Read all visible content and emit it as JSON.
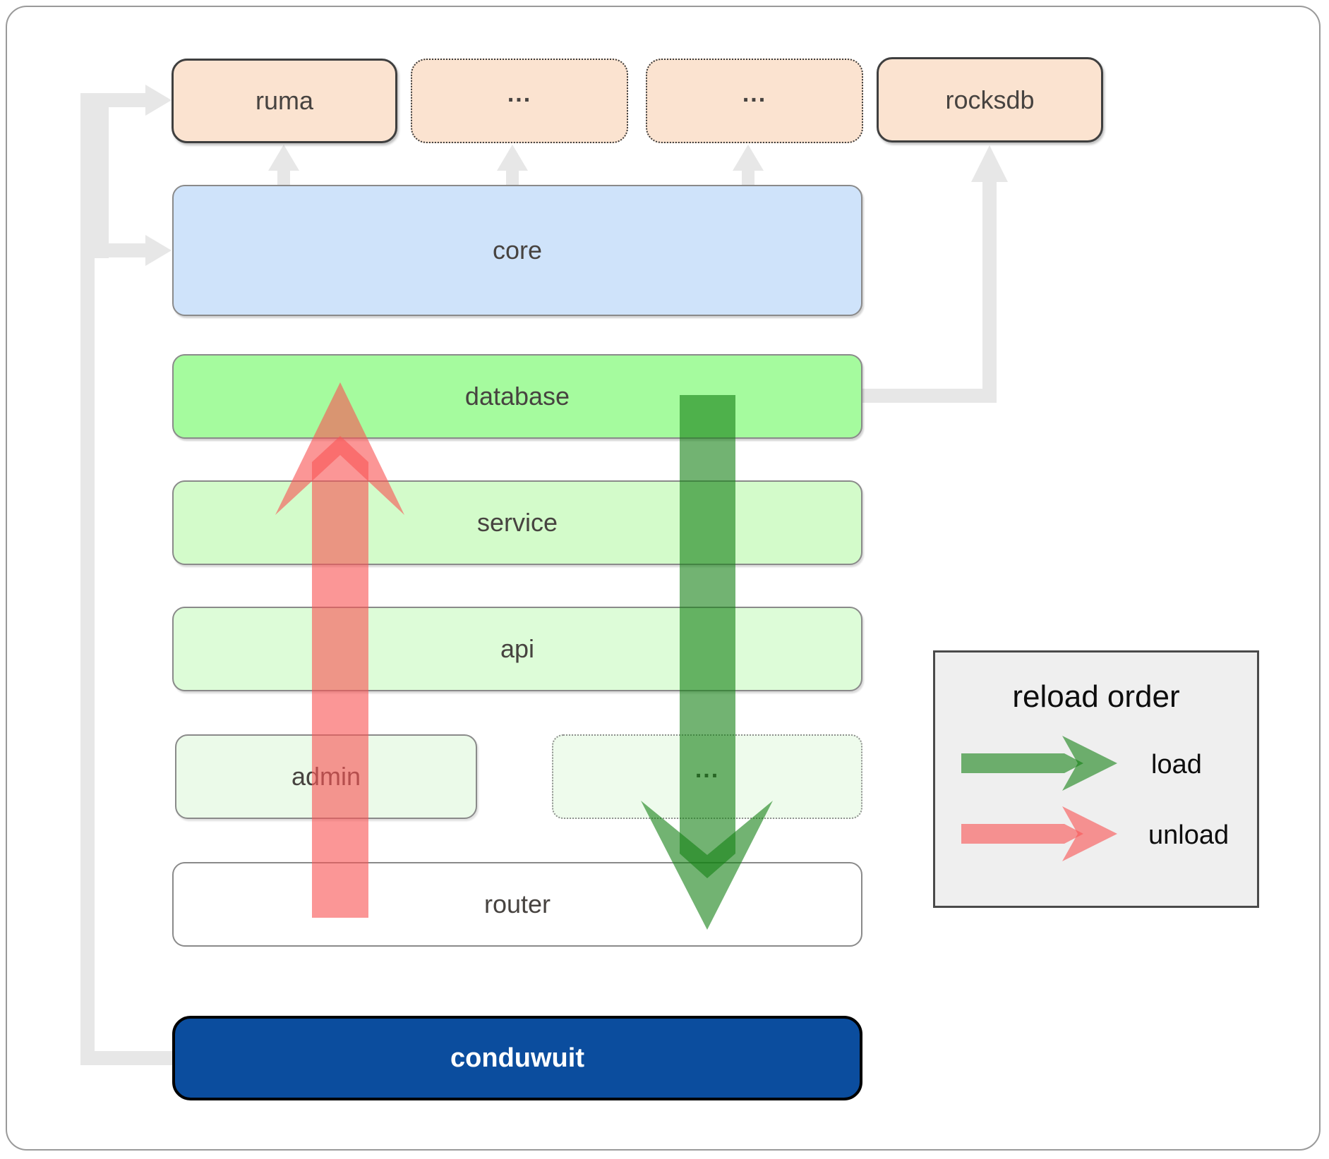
{
  "nodes": {
    "ruma": {
      "label": "ruma"
    },
    "dep1": {
      "label": "..."
    },
    "dep2": {
      "label": "..."
    },
    "rocksdb": {
      "label": "rocksdb"
    },
    "core": {
      "label": "core"
    },
    "database": {
      "label": "database"
    },
    "service": {
      "label": "service"
    },
    "api": {
      "label": "api"
    },
    "admin": {
      "label": "admin"
    },
    "more_services": {
      "label": "..."
    },
    "router": {
      "label": "router"
    },
    "conduwuit": {
      "label": "conduwuit"
    }
  },
  "legend": {
    "title": "reload order",
    "load_label": "load",
    "unload_label": "unload"
  },
  "colors": {
    "load_arrow": "#148014",
    "unload_arrow": "#f95555",
    "connector_gray": "#e7e7e7",
    "peach": "#fbe3d0",
    "core_blue": "#cfe3fa",
    "database_green": "#a5fb9e",
    "service_green": "#d3fbca",
    "api_green": "#ddfcd8",
    "admin_green": "#ebfae9",
    "conduwuit_blue": "#0b4d9e",
    "legend_bg": "#efefef"
  }
}
